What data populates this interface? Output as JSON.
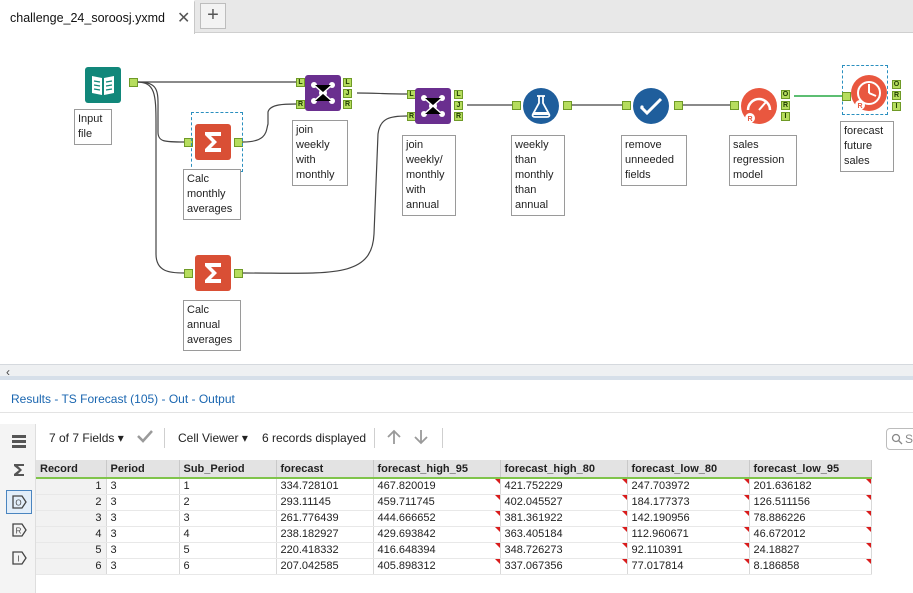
{
  "tab": {
    "title": "challenge_24_soroosj.yxmd",
    "close_glyph": "✕",
    "new_glyph": "+"
  },
  "tools": [
    {
      "id": "input",
      "label": "Input\nfile",
      "color": "#11877a"
    },
    {
      "id": "calc_monthly",
      "label": "Calc\nmonthly\naverages",
      "color": "#d94f35"
    },
    {
      "id": "calc_annual",
      "label": "Calc\nannual\naverages",
      "color": "#d94f35"
    },
    {
      "id": "join1",
      "label": "join\nweekly\nwith\nmonthly",
      "color": "#6a2f8f"
    },
    {
      "id": "join2",
      "label": "join\nweekly/\nmonthly\nwith\nannual",
      "color": "#6a2f8f"
    },
    {
      "id": "formula",
      "label": "weekly\nthan\nmonthly\nthan\nannual",
      "color": "#1f5e9c"
    },
    {
      "id": "select",
      "label": "remove\nunneeded\nfields",
      "color": "#1f5e9c"
    },
    {
      "id": "regression",
      "label": "sales\nregression\nmodel",
      "color": "#e9573f"
    },
    {
      "id": "forecast",
      "label": "forecast\nfuture\nsales",
      "color": "#e9573f"
    }
  ],
  "anchors": {
    "left": "L",
    "join": "J",
    "right": "R",
    "output": "O",
    "report": "R",
    "interactive": "I"
  },
  "results": {
    "title": "Results - TS Forecast (105) - Out - Output"
  },
  "toolbar": {
    "fields": "7 of 7 Fields",
    "viewer": "Cell Viewer",
    "records": "6 records displayed",
    "search_placeholder": "S"
  },
  "table": {
    "columns": [
      "Record",
      "Period",
      "Sub_Period",
      "forecast",
      "forecast_high_95",
      "forecast_high_80",
      "forecast_low_80",
      "forecast_low_95"
    ],
    "rows": [
      [
        "1",
        "3",
        "1",
        "334.728101",
        "467.820019",
        "421.752229",
        "247.703972",
        "201.636182"
      ],
      [
        "2",
        "3",
        "2",
        "293.11145",
        "459.711745",
        "402.045527",
        "184.177373",
        "126.511156"
      ],
      [
        "3",
        "3",
        "3",
        "261.776439",
        "444.666652",
        "381.361922",
        "142.190956",
        "78.886226"
      ],
      [
        "4",
        "3",
        "4",
        "238.182927",
        "429.693842",
        "363.405184",
        "112.960671",
        "46.672012"
      ],
      [
        "5",
        "3",
        "5",
        "220.418332",
        "416.648394",
        "348.726273",
        "92.110391",
        "24.18827"
      ],
      [
        "6",
        "3",
        "6",
        "207.042585",
        "405.898312",
        "337.067356",
        "77.017814",
        "8.186858"
      ]
    ]
  },
  "colors": {
    "anchor_green": "#b6dd5e",
    "wire": "#444444",
    "active_wire": "#27a844",
    "link_blue": "#1a66b0",
    "header_underline": "#80c44b"
  }
}
